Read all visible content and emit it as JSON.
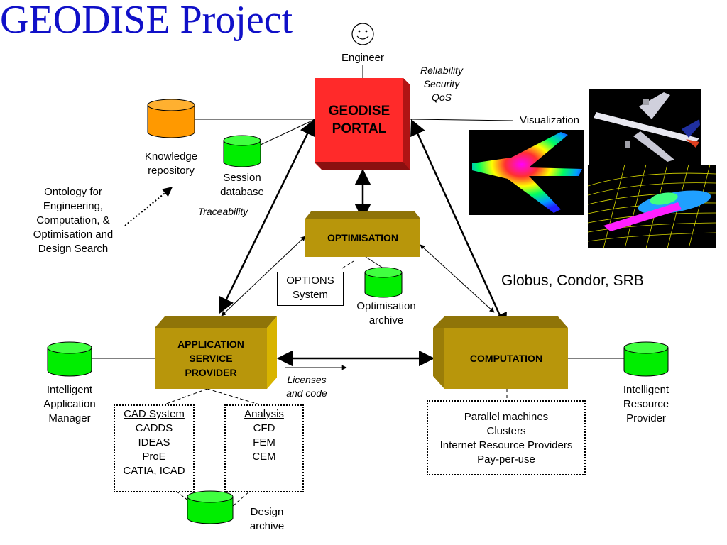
{
  "title": "GEODISE Project",
  "engineer": "Engineer",
  "qos": [
    "Reliability",
    "Security",
    "QoS"
  ],
  "portal": [
    "GEODISE",
    "PORTAL"
  ],
  "visualization": "Visualization",
  "knowledge_repository": [
    "Knowledge",
    "repository"
  ],
  "session_database": [
    "Session",
    "database"
  ],
  "traceability": "Traceability",
  "ontology": [
    "Ontology for",
    "Engineering,",
    "Computation, &",
    "Optimisation and",
    "Design Search"
  ],
  "optimisation": "OPTIMISATION",
  "options_system": [
    "OPTIONS",
    "System"
  ],
  "optimisation_archive": [
    "Optimisation",
    "archive"
  ],
  "grid_tools": "Globus, Condor, SRB",
  "asp": [
    "APPLICATION",
    "SERVICE",
    "PROVIDER"
  ],
  "computation": "COMPUTATION",
  "licenses": [
    "Licenses",
    "and code"
  ],
  "intelligent_app_manager": [
    "Intelligent",
    "Application",
    "Manager"
  ],
  "intelligent_resource_provider": [
    "Intelligent",
    "Resource",
    "Provider"
  ],
  "cad_system": {
    "heading": "CAD System",
    "items": [
      "CADDS",
      "IDEAS",
      "ProE",
      "CATIA, ICAD"
    ]
  },
  "analysis": {
    "heading": "Analysis",
    "items": [
      "CFD",
      "FEM",
      "CEM"
    ]
  },
  "resources": [
    "Parallel machines",
    "Clusters",
    "Internet Resource Providers",
    "Pay-per-use"
  ],
  "design_archive": [
    "Design",
    "archive"
  ],
  "colors": {
    "title": "#1010c8",
    "portal": "#ff2a2a",
    "module": "#b8960b",
    "db_green": "#00ee00",
    "db_orange": "#ff9900"
  }
}
